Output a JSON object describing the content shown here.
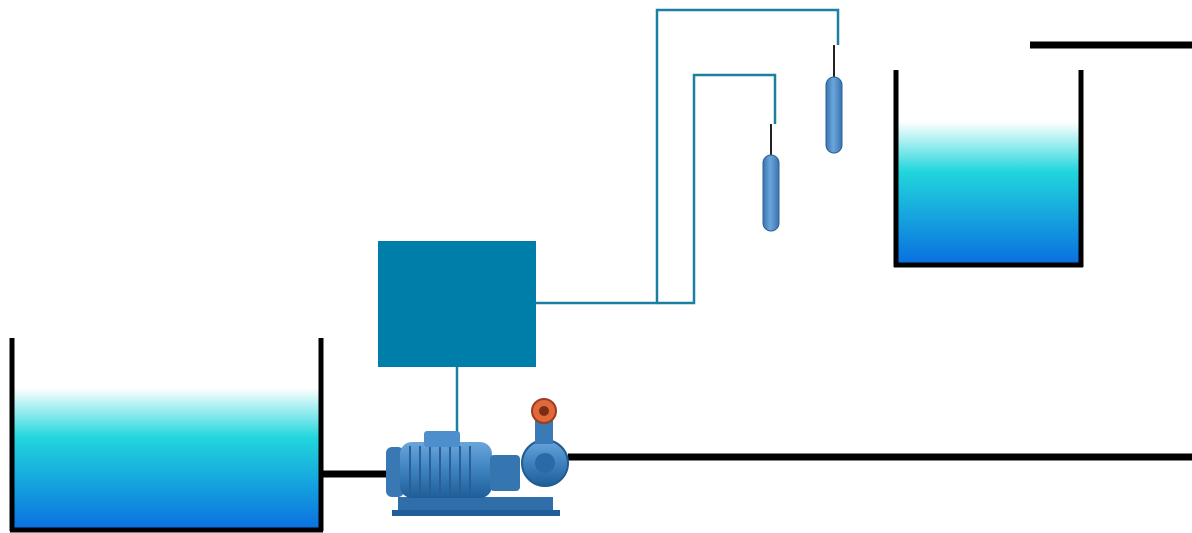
{
  "diagram": {
    "components": {
      "source_tank": {
        "kind": "open-tank",
        "water_level_fraction": 0.72
      },
      "destination_tank": {
        "kind": "open-tank",
        "water_level_fraction": 0.74
      },
      "controller": {
        "kind": "control-box"
      },
      "pump": {
        "kind": "centrifugal-pump-with-motor"
      },
      "float_switch_low": {
        "kind": "float-level-switch"
      },
      "float_switch_high": {
        "kind": "float-level-switch"
      }
    },
    "colors": {
      "water_top": "#ffffff",
      "water_mid": "#21d6dc",
      "water_bottom": "#0a6fe0",
      "controller": "#007eaa",
      "signal_wire": "#1b7fa0",
      "float_body": "#4f8fcc",
      "pump_body": "#3d82bf",
      "pump_outlet": "#e0683b",
      "pipe": "#000000"
    }
  }
}
